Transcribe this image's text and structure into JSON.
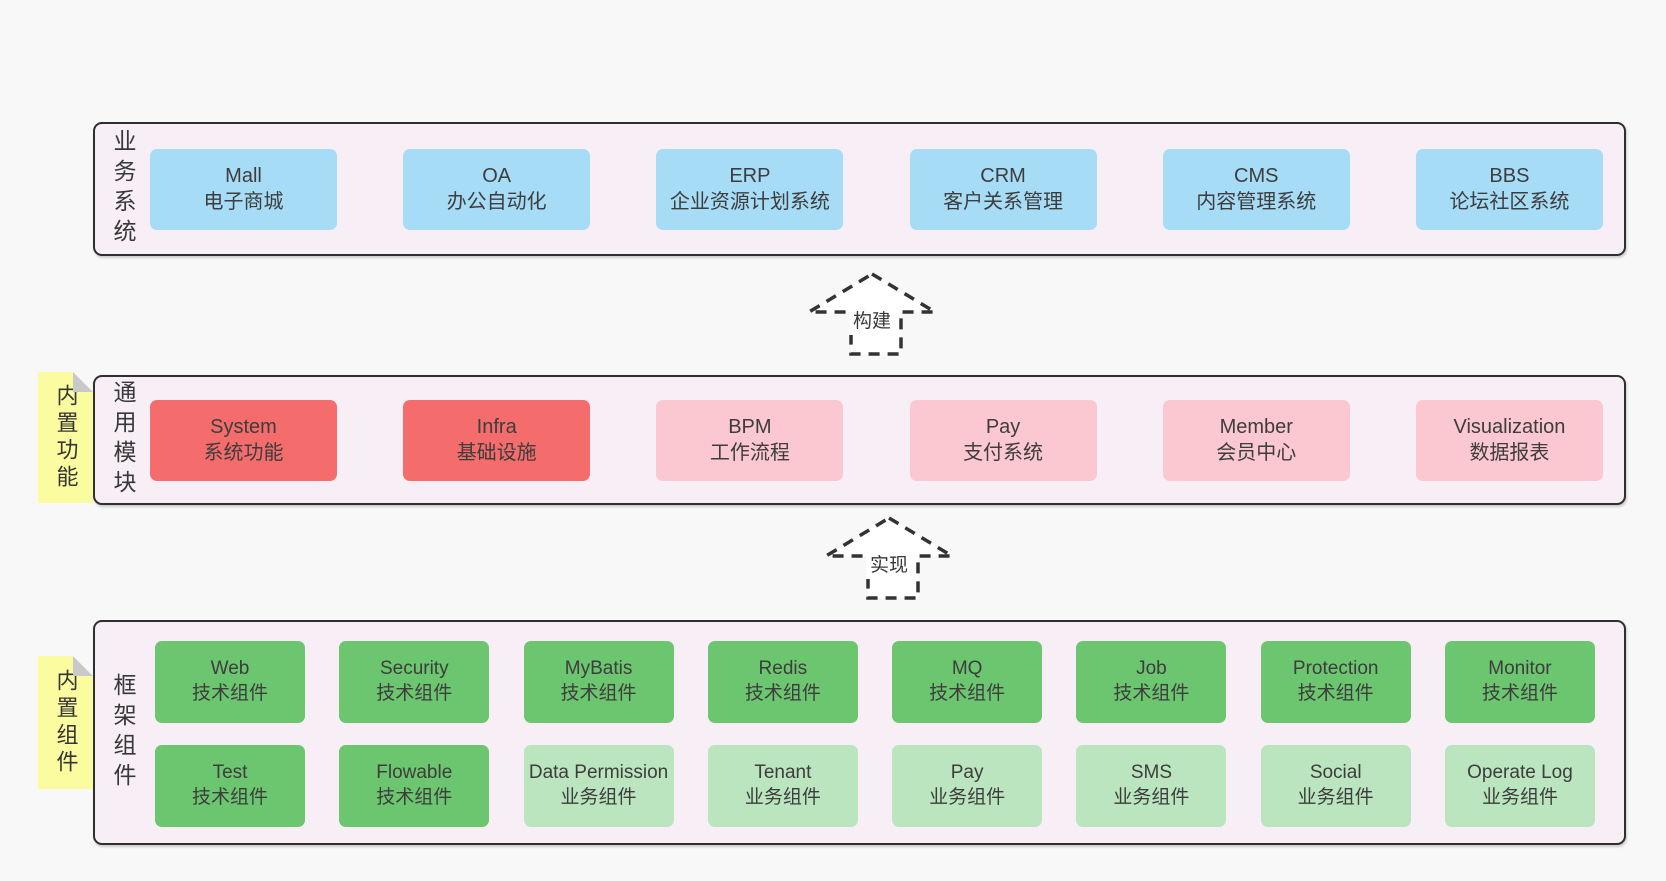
{
  "colors": {
    "bg": "#f8f8f8",
    "panel": "#f7eef6",
    "border": "#2f2f2f",
    "text": "#3d3d3d",
    "blue": "#a7dcf6",
    "red": "#f56c6c",
    "pink": "#fbc7d0",
    "green": "#6cc56f",
    "lightgreen": "#bae5bf",
    "yellow": "#fbfb9f",
    "fold": "#c9c9c9"
  },
  "business": {
    "label": "业务系统",
    "boxes": [
      {
        "en": "Mall",
        "zh": "电子商城",
        "variant": "blue"
      },
      {
        "en": "OA",
        "zh": "办公自动化",
        "variant": "blue"
      },
      {
        "en": "ERP",
        "zh": "企业资源计划系统",
        "variant": "blue"
      },
      {
        "en": "CRM",
        "zh": "客户关系管理",
        "variant": "blue"
      },
      {
        "en": "CMS",
        "zh": "内容管理系统",
        "variant": "blue"
      },
      {
        "en": "BBS",
        "zh": "论坛社区系统",
        "variant": "blue"
      }
    ]
  },
  "arrow_build": {
    "label": "构建"
  },
  "modules": {
    "label": "通用模块",
    "note": "内置功能",
    "boxes": [
      {
        "en": "System",
        "zh": "系统功能",
        "variant": "red"
      },
      {
        "en": "Infra",
        "zh": "基础设施",
        "variant": "red"
      },
      {
        "en": "BPM",
        "zh": "工作流程",
        "variant": "pink"
      },
      {
        "en": "Pay",
        "zh": "支付系统",
        "variant": "pink"
      },
      {
        "en": "Member",
        "zh": "会员中心",
        "variant": "pink"
      },
      {
        "en": "Visualization",
        "zh": "数据报表",
        "variant": "pink"
      }
    ]
  },
  "arrow_implement": {
    "label": "实现"
  },
  "components": {
    "label": "框架组件",
    "note": "内置组件",
    "boxes": [
      {
        "en": "Web",
        "zh": "技术组件",
        "variant": "green"
      },
      {
        "en": "Security",
        "zh": "技术组件",
        "variant": "green"
      },
      {
        "en": "MyBatis",
        "zh": "技术组件",
        "variant": "green"
      },
      {
        "en": "Redis",
        "zh": "技术组件",
        "variant": "green"
      },
      {
        "en": "MQ",
        "zh": "技术组件",
        "variant": "green"
      },
      {
        "en": "Job",
        "zh": "技术组件",
        "variant": "green"
      },
      {
        "en": "Protection",
        "zh": "技术组件",
        "variant": "green"
      },
      {
        "en": "Monitor",
        "zh": "技术组件",
        "variant": "green"
      },
      {
        "en": "Test",
        "zh": "技术组件",
        "variant": "green"
      },
      {
        "en": "Flowable",
        "zh": "技术组件",
        "variant": "green"
      },
      {
        "en": "Data Permission",
        "zh": "业务组件",
        "variant": "lightgreen"
      },
      {
        "en": "Tenant",
        "zh": "业务组件",
        "variant": "lightgreen"
      },
      {
        "en": "Pay",
        "zh": "业务组件",
        "variant": "lightgreen"
      },
      {
        "en": "SMS",
        "zh": "业务组件",
        "variant": "lightgreen"
      },
      {
        "en": "Social",
        "zh": "业务组件",
        "variant": "lightgreen"
      },
      {
        "en": "Operate Log",
        "zh": "业务组件",
        "variant": "lightgreen"
      }
    ]
  }
}
